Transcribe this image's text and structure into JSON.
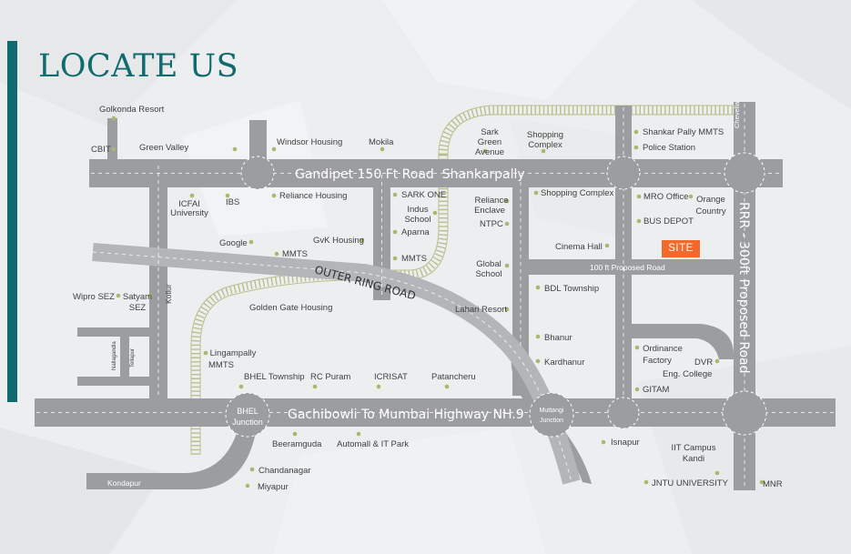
{
  "title": "LOCATE US",
  "colors": {
    "accent": "#0f6b6e",
    "road": "#9b9da1",
    "rail": "#b9c08c",
    "site": "#f26a2b",
    "dot": "#a9b86a"
  },
  "roads": {
    "gandipet": "Gandipet 150 Ft Road  Shankarpally",
    "highway": "Gachibowli To Mumbai Highway NH.9",
    "orr": "OUTER RING ROAD",
    "rrr": "RRR - 300ft Proposed Road",
    "proposed_100": "100 ft Proposed Road",
    "kollur": "Kollur",
    "kondapur": "Kondapur",
    "chevella": "Chevella",
    "nallagandla": "Nallagandla",
    "tellapur": "Tellapur"
  },
  "junctions": {
    "bhel": [
      "BHEL",
      "Junction"
    ],
    "muttangi": [
      "Muttangi",
      "Junction"
    ]
  },
  "site": "SITE",
  "places": {
    "golkonda": "Golkonda Resort",
    "cbit": "CBIT",
    "green_valley": "Green Valley",
    "windsor": "Windsor Housing",
    "mokila": "Mokila",
    "sark_green_avenue": [
      "Sark",
      "Green",
      "Avenue"
    ],
    "shopping_complex_top": [
      "Shopping",
      "Complex"
    ],
    "shankar_pally_mmts": "Shankar Pally MMTS",
    "police_station": "Police Station",
    "icfai": [
      "ICFAI",
      "University"
    ],
    "ibs": "IBS",
    "reliance_housing": "Reliance Housing",
    "sark_one": "SARK ONE",
    "indus_school": [
      "Indus",
      "School"
    ],
    "reliance_enclave": [
      "Reliance",
      "Enclave"
    ],
    "shopping_complex_mid": "Shopping Complex",
    "mro_office": "MRO Office",
    "orange_country": [
      "Orange",
      "Country"
    ],
    "ntpc": "NTPC",
    "bus_depot": "BUS DEPOT",
    "google": "Google",
    "gvk_housing": "GvK Housing",
    "aparna": "Aparna",
    "mmts_1": "MMTS",
    "mmts_2": "MMTS",
    "cinema_hall": "Cinema Hall",
    "global_school": [
      "Global",
      "School"
    ],
    "wipro_sez": "Wipro SEZ",
    "satyam_sez": [
      "Satyam",
      "SEZ"
    ],
    "bdl_township": "BDL Township",
    "golden_gate": "Golden Gate Housing",
    "lahari_resort": "Lahari Resort",
    "bhanur": "Bhanur",
    "ordinance_factory": [
      "Ordinance",
      "Factory"
    ],
    "lingampally_mmts": [
      "Lingampally",
      "MMTS"
    ],
    "kardhanur": "Kardhanur",
    "dvr_college": [
      "DVR",
      "Eng. College"
    ],
    "bhel_township": "BHEL Township",
    "rc_puram": "RC Puram",
    "icrisat": "ICRISAT",
    "patancheru": "Patancheru",
    "gitam": "GITAM",
    "beeramguda": "Beeramguda",
    "automall": "Automall & IT Park",
    "isnapur": "Isnapur",
    "iit_kandi": [
      "IIT Campus",
      "Kandi"
    ],
    "chandanagar": "Chandanagar",
    "miyapur": "Miyapur",
    "jntu": "JNTU UNIVERSITY",
    "mnr": "MNR"
  }
}
